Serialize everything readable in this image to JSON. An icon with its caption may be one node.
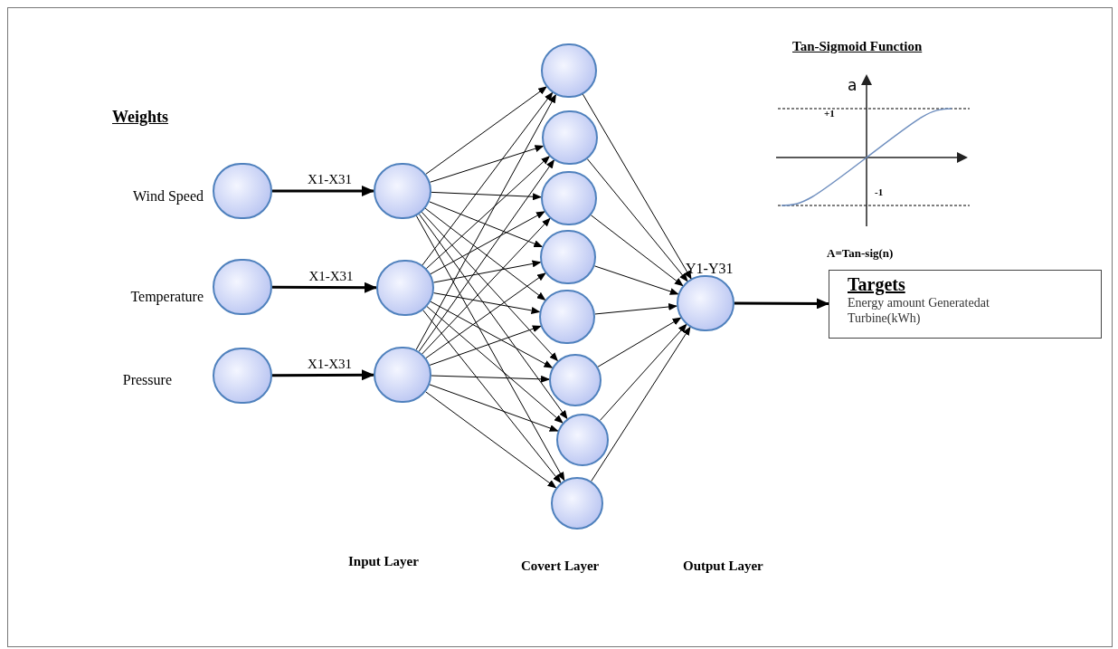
{
  "diagram": {
    "nodes": [
      {
        "text": [],
        "shape": "circle",
        "beside": [
          "Wind Speed"
        ]
      },
      {
        "text": [],
        "shape": "circle",
        "beside": [
          "Temperature"
        ]
      },
      {
        "text": [],
        "shape": "circle",
        "beside": [
          "Pressure"
        ]
      },
      {
        "text": [],
        "shape": "circle"
      },
      {
        "text": [],
        "shape": "circle"
      },
      {
        "text": [],
        "shape": "circle"
      },
      {
        "text": [],
        "shape": "circle"
      },
      {
        "text": [],
        "shape": "circle"
      },
      {
        "text": [],
        "shape": "circle"
      },
      {
        "text": [],
        "shape": "circle"
      },
      {
        "text": [],
        "shape": "circle"
      },
      {
        "text": [],
        "shape": "circle"
      },
      {
        "text": [],
        "shape": "circle"
      },
      {
        "text": [],
        "shape": "circle"
      },
      {
        "text": [],
        "shape": "circle",
        "beside": [
          "Y1-Y31"
        ]
      },
      {
        "text": [
          "Targets",
          "Energy amount Generatedat Turbine(kWh)"
        ]
      }
    ],
    "edges": [
      {
        "from": 0,
        "to": 3,
        "arrow": "to",
        "label": "X1-X31",
        "style": "thick"
      },
      {
        "from": 1,
        "to": 4,
        "arrow": "to",
        "label": "X1-X31",
        "style": "thick"
      },
      {
        "from": 2,
        "to": 5,
        "arrow": "to",
        "label": "X1-X31",
        "style": "thick"
      },
      {
        "from": 3,
        "to": 6,
        "arrow": "to"
      },
      {
        "from": 3,
        "to": 7,
        "arrow": "to"
      },
      {
        "from": 3,
        "to": 8,
        "arrow": "to"
      },
      {
        "from": 3,
        "to": 9,
        "arrow": "to"
      },
      {
        "from": 3,
        "to": 10,
        "arrow": "to"
      },
      {
        "from": 3,
        "to": 11,
        "arrow": "to"
      },
      {
        "from": 3,
        "to": 12,
        "arrow": "to"
      },
      {
        "from": 3,
        "to": 13,
        "arrow": "to"
      },
      {
        "from": 4,
        "to": 6,
        "arrow": "to"
      },
      {
        "from": 4,
        "to": 7,
        "arrow": "to"
      },
      {
        "from": 4,
        "to": 8,
        "arrow": "to"
      },
      {
        "from": 4,
        "to": 9,
        "arrow": "to"
      },
      {
        "from": 4,
        "to": 10,
        "arrow": "to"
      },
      {
        "from": 4,
        "to": 11,
        "arrow": "to"
      },
      {
        "from": 4,
        "to": 12,
        "arrow": "to"
      },
      {
        "from": 4,
        "to": 13,
        "arrow": "to"
      },
      {
        "from": 5,
        "to": 6,
        "arrow": "to"
      },
      {
        "from": 5,
        "to": 7,
        "arrow": "to"
      },
      {
        "from": 5,
        "to": 8,
        "arrow": "to"
      },
      {
        "from": 5,
        "to": 9,
        "arrow": "to"
      },
      {
        "from": 5,
        "to": 10,
        "arrow": "to"
      },
      {
        "from": 5,
        "to": 11,
        "arrow": "to"
      },
      {
        "from": 5,
        "to": 12,
        "arrow": "to"
      },
      {
        "from": 5,
        "to": 13,
        "arrow": "to"
      },
      {
        "from": 6,
        "to": 14,
        "arrow": "to"
      },
      {
        "from": 7,
        "to": 14,
        "arrow": "to"
      },
      {
        "from": 8,
        "to": 14,
        "arrow": "to"
      },
      {
        "from": 9,
        "to": 14,
        "arrow": "to"
      },
      {
        "from": 10,
        "to": 14,
        "arrow": "to"
      },
      {
        "from": 11,
        "to": 14,
        "arrow": "to"
      },
      {
        "from": 12,
        "to": 14,
        "arrow": "to"
      },
      {
        "from": 13,
        "to": 14,
        "arrow": "to"
      },
      {
        "from": 14,
        "to": 15,
        "arrow": "to",
        "style": "thick"
      }
    ],
    "labels": [
      "Tan-Sigmoid Function",
      "a",
      "+1",
      "Weights",
      "-1",
      "A=Tan-sig(n)",
      "Input Layer",
      "Covert Layer",
      "Output Layer"
    ]
  }
}
